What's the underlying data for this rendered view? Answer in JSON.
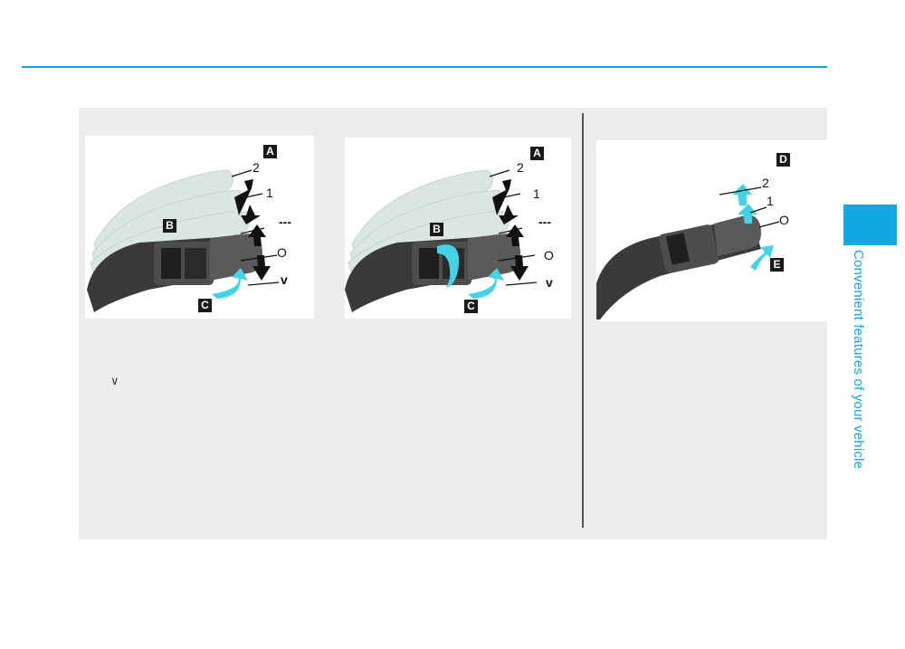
{
  "side_tab": {
    "text": "Convenient features of your vehicle"
  },
  "figure_front_a": {
    "label_a": "A",
    "label_b": "B",
    "label_c": "C",
    "pos_2": "2",
    "pos_1": "1",
    "pos_dash": "---",
    "pos_o": "O",
    "pos_v": "v"
  },
  "figure_front_b": {
    "label_a": "A",
    "label_b": "B",
    "label_c": "C",
    "pos_2": "2",
    "pos_1": "1",
    "pos_dash": "---",
    "pos_o": "O",
    "pos_v": "v"
  },
  "figure_rear": {
    "label_d": "D",
    "label_e": "E",
    "pos_2": "2",
    "pos_1": "1",
    "pos_o": "O"
  },
  "body_text": {
    "chevron": "∨"
  },
  "colors": {
    "accent": "#12a7e0",
    "arrow_cyan": "#46d2e6"
  }
}
